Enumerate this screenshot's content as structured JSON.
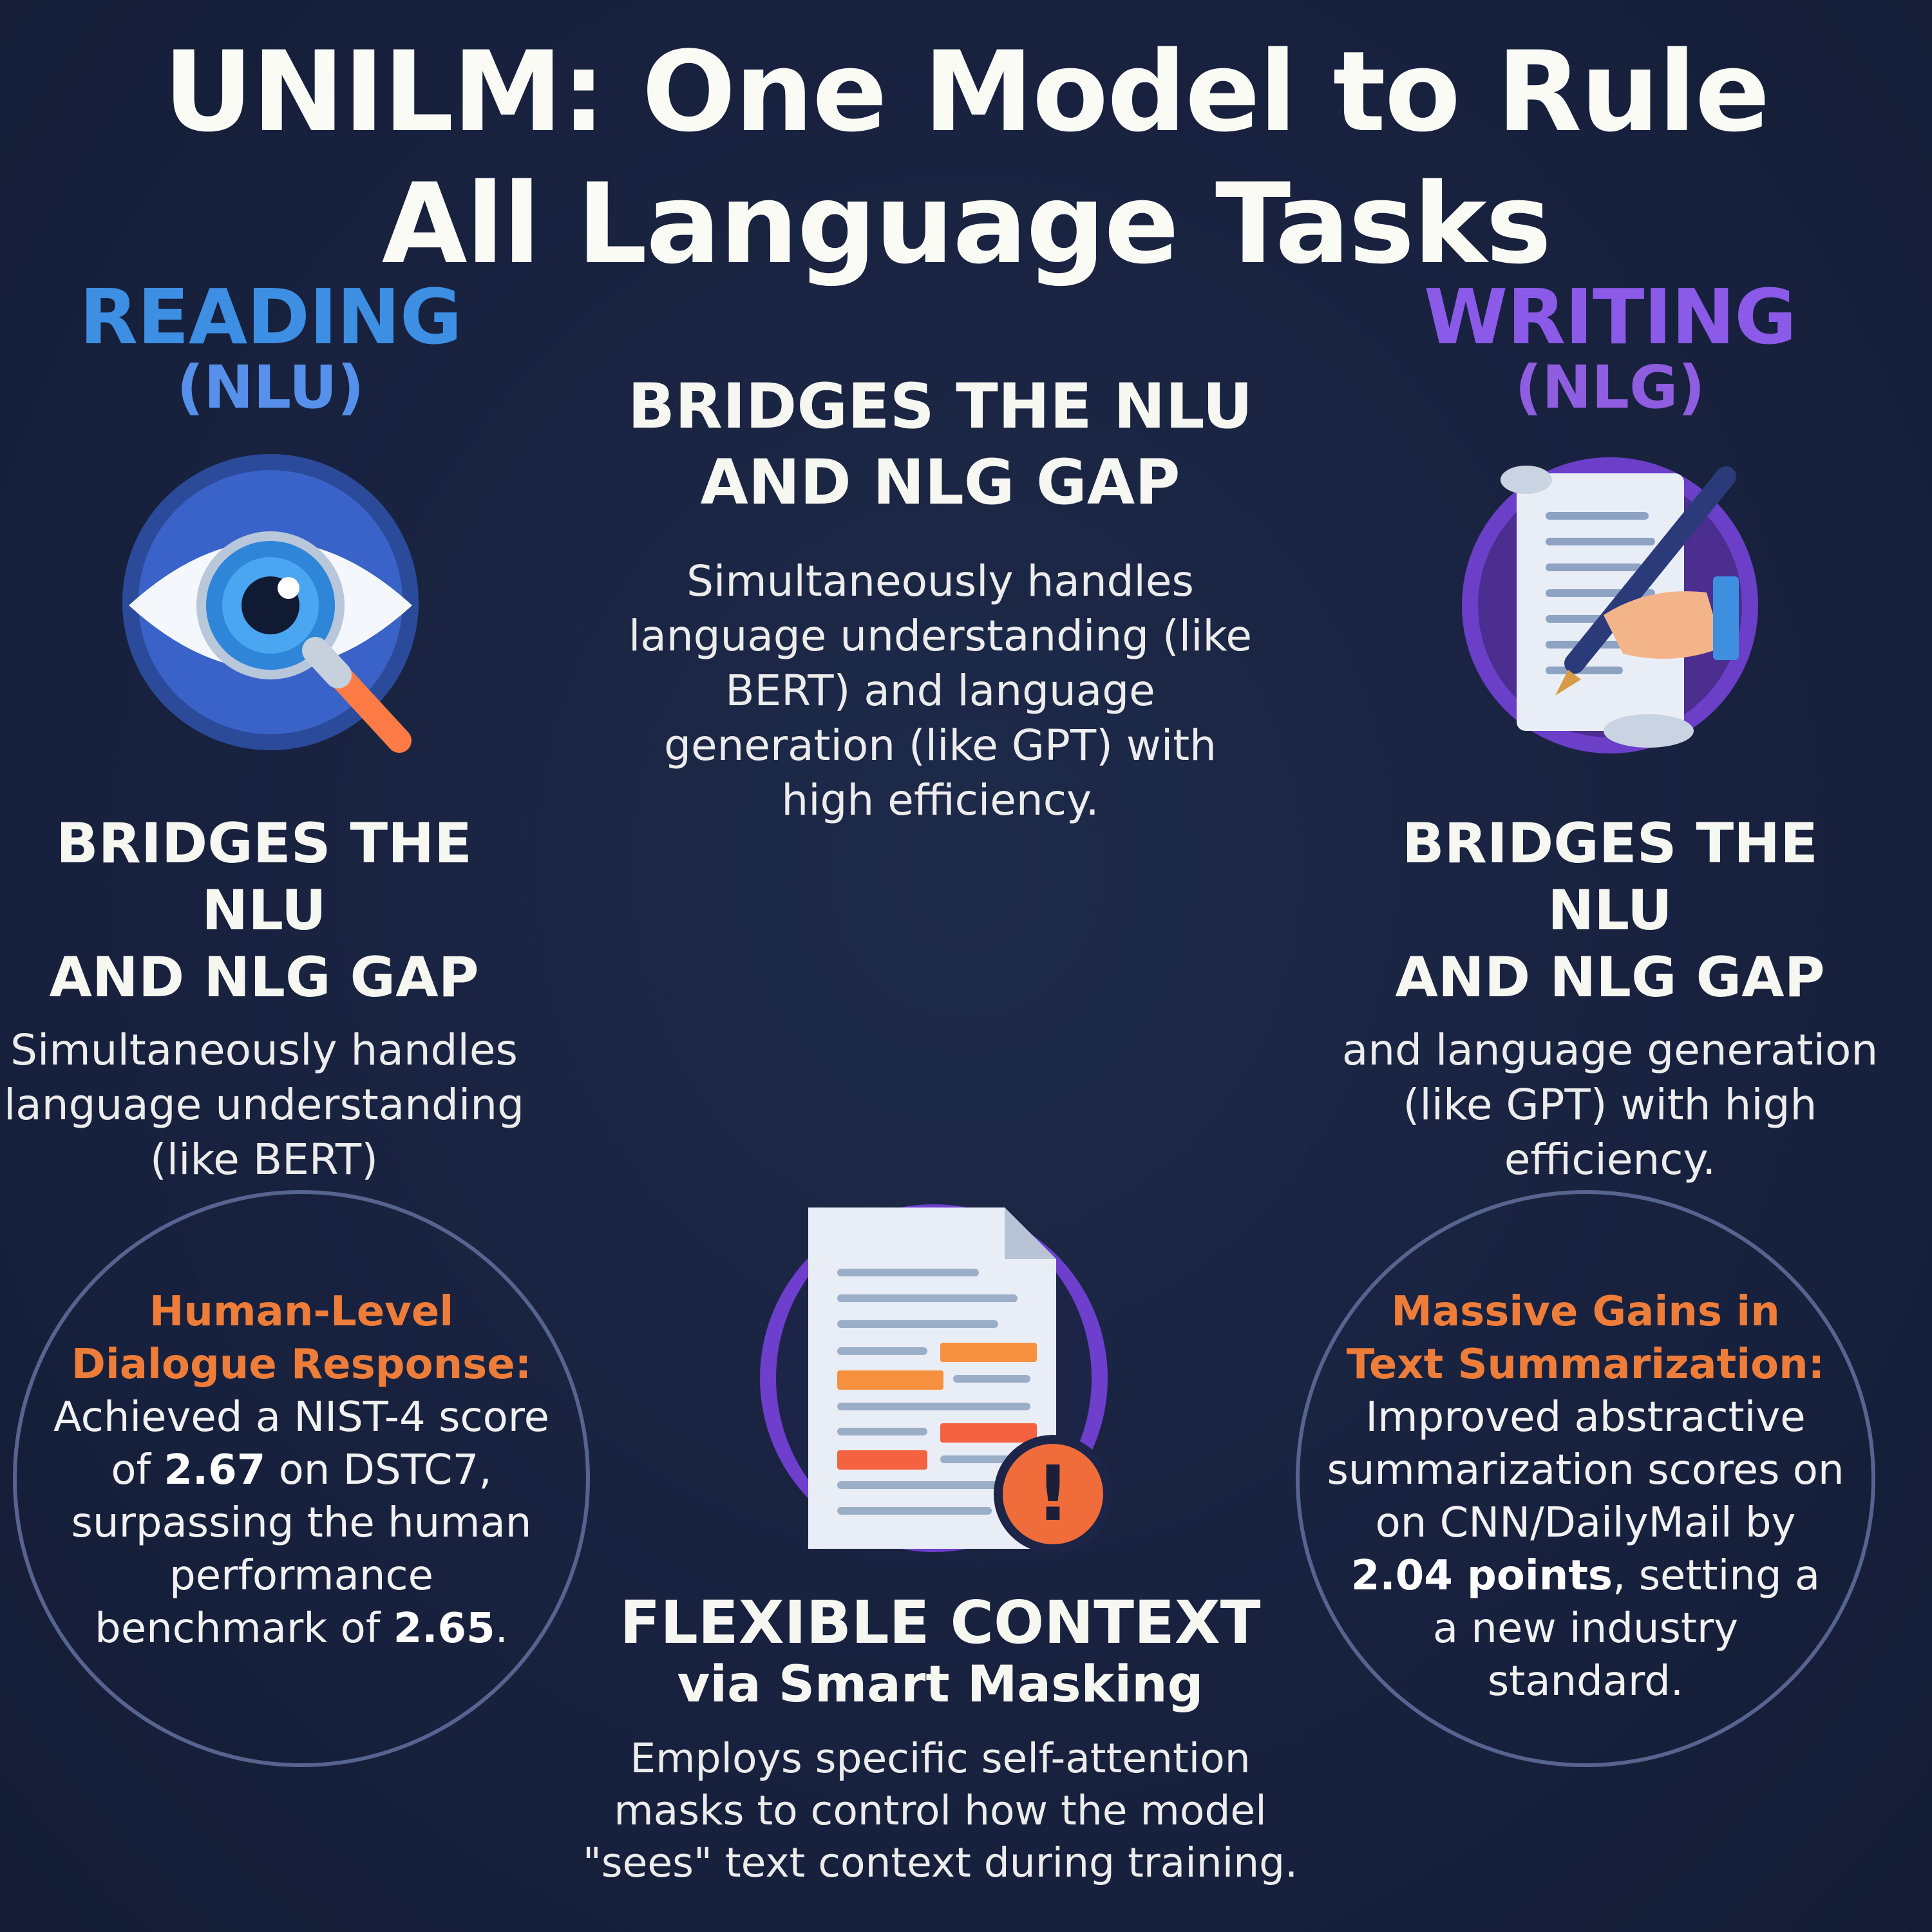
{
  "title": {
    "line1": "UNILM: One Model to Rule",
    "line2": "All Language Tasks"
  },
  "reading": {
    "label": "READING",
    "sublabel": "(NLU)",
    "heading_line1": "BRIDGES THE NLU",
    "heading_line2": "AND NLG GAP",
    "body_line1": "Simultaneously handles",
    "body_line2": "language understanding",
    "body_line3": "(like BERT)"
  },
  "center": {
    "heading_line1": "BRIDGES THE NLU",
    "heading_line2": "AND NLG GAP",
    "body_line1": "Simultaneously handles",
    "body_line2": "language understanding (like",
    "body_line3": "BERT) and language",
    "body_line4": "generation (like GPT) with",
    "body_line5": "high efficiency."
  },
  "writing": {
    "label": "WRITING",
    "sublabel": "(NLG)",
    "heading_line1": "BRIDGES THE NLU",
    "heading_line2": "AND NLG GAP",
    "body_line1": "and language generation",
    "body_line2": "(like GPT) with high",
    "body_line3": "efficiency."
  },
  "dialogue": {
    "title_line1": "Human-Level",
    "title_line2": "Dialogue Response:",
    "line1": "Achieved a NIST-4 score",
    "line2_pre": "of ",
    "line2_bold": "2.67",
    "line2_post": " on DSTC7,",
    "line3": "surpassing the human",
    "line4": "performance",
    "line5_pre": "benchmark of ",
    "line5_bold": "2.65",
    "line5_post": "."
  },
  "summarization": {
    "title_line1": "Massive Gains in",
    "title_line2": "Text Summarization:",
    "line1": "Improved abstractive",
    "line2": "summarization scores on",
    "line3": "on CNN/DailyMail by",
    "line4_bold": "2.04 points",
    "line4_post": ", setting a",
    "line5": "a new industry",
    "line6": "standard."
  },
  "context": {
    "heading_line1": "FLEXIBLE CONTEXT",
    "heading_line2": "via Smart Masking",
    "body_line1": "Employs specific self-attention",
    "body_line2": "masks to control how the model",
    "body_line3": "\"sees\" text context during training."
  },
  "icons": {
    "reading": "eye-magnifier-icon",
    "writing": "scroll-pen-icon",
    "context": "document-alert-icon",
    "alert_glyph": "!"
  },
  "colors": {
    "background": "#18223f",
    "reading_blue": "#3d8fe4",
    "writing_purple": "#8b5ae8",
    "highlight_orange": "#ee7d3a"
  }
}
